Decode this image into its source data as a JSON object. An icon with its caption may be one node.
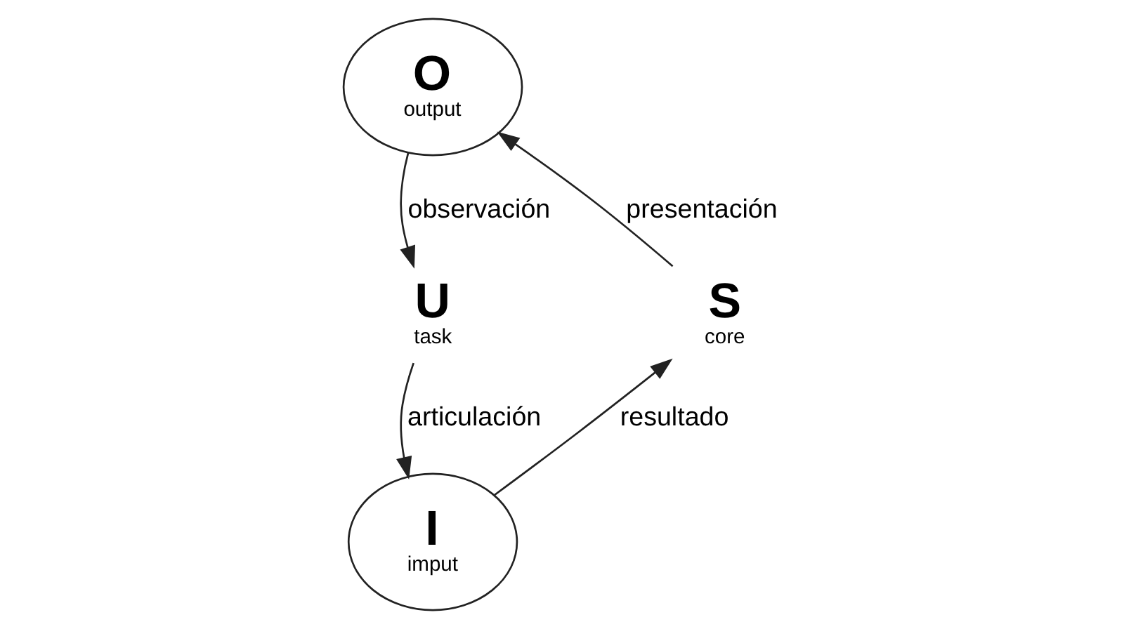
{
  "diagram": {
    "nodes": [
      {
        "text": [
          "O",
          "output"
        ]
      },
      {
        "text": [
          "U",
          "task"
        ]
      },
      {
        "text": [
          "I",
          "imput"
        ]
      },
      {
        "text": [
          "S",
          "core"
        ]
      }
    ],
    "edges": [
      {
        "from": 0,
        "to": 1,
        "arrow": "to",
        "label": "observación"
      },
      {
        "from": 1,
        "to": 2,
        "arrow": "to",
        "label": "articulación"
      },
      {
        "from": 2,
        "to": 3,
        "arrow": "to",
        "label": "resultado"
      },
      {
        "from": 3,
        "to": 0,
        "arrow": "to",
        "label": "presentación"
      }
    ]
  }
}
